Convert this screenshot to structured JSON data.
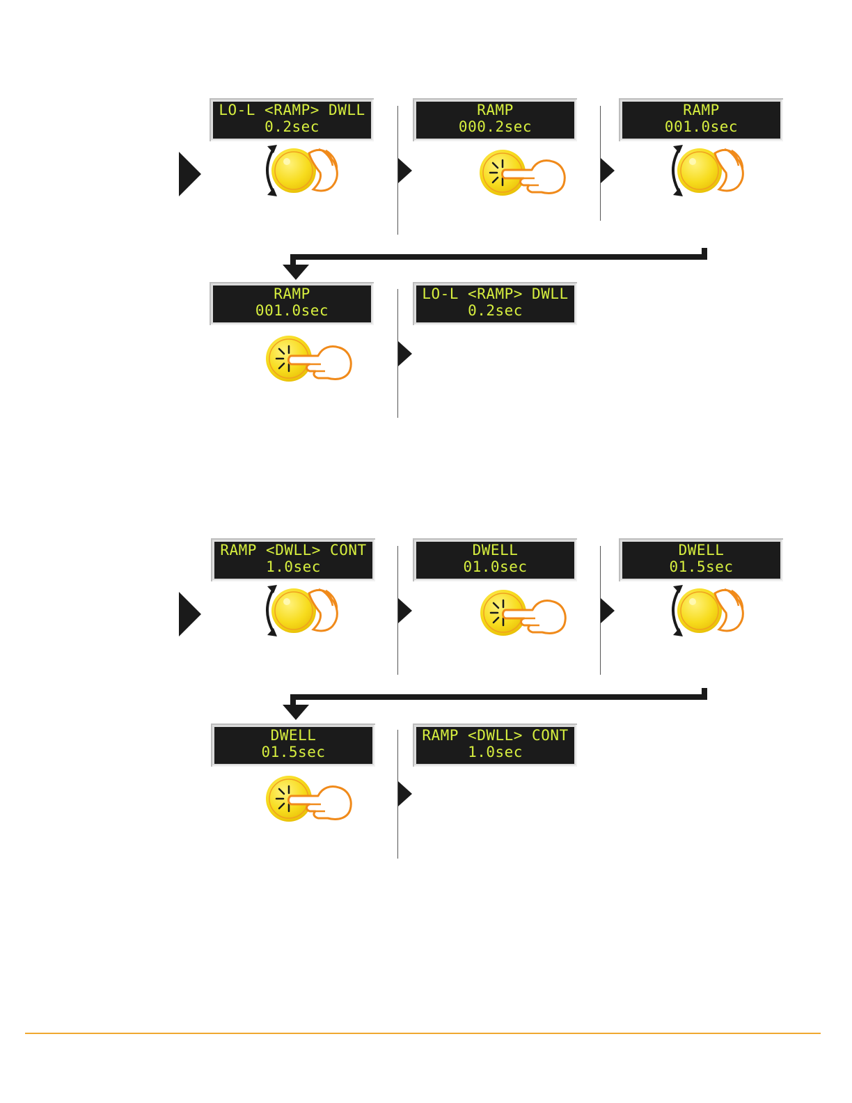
{
  "section_ramp": {
    "step1": {
      "line1": "LO-L <RAMP> DWLL",
      "line2": "0.2sec"
    },
    "step2": {
      "line1": "RAMP",
      "line2": "000.2sec"
    },
    "step3": {
      "line1": "RAMP",
      "line2": "001.0sec"
    },
    "step4": {
      "line1": "RAMP",
      "line2": "001.0sec"
    },
    "step5": {
      "line1": "LO-L <RAMP> DWLL",
      "line2": "0.2sec"
    }
  },
  "section_dwell": {
    "step1": {
      "line1": "RAMP <DWLL> CONT",
      "line2": "1.0sec"
    },
    "step2": {
      "line1": "DWELL",
      "line2": "01.0sec"
    },
    "step3": {
      "line1": "DWELL",
      "line2": "01.5sec"
    },
    "step4": {
      "line1": "DWELL",
      "line2": "01.5sec"
    },
    "step5": {
      "line1": "RAMP <DWLL> CONT",
      "line2": "1.0sec"
    }
  },
  "colors": {
    "lcd_text": "#d7ef3f",
    "knob": "#f7dc1e",
    "hand": "#f08a1a",
    "footer_rule": "#f0a830"
  },
  "icons": [
    "rotate-knob-icon",
    "press-knob-icon",
    "step-arrow-icon",
    "return-arrow-icon"
  ]
}
